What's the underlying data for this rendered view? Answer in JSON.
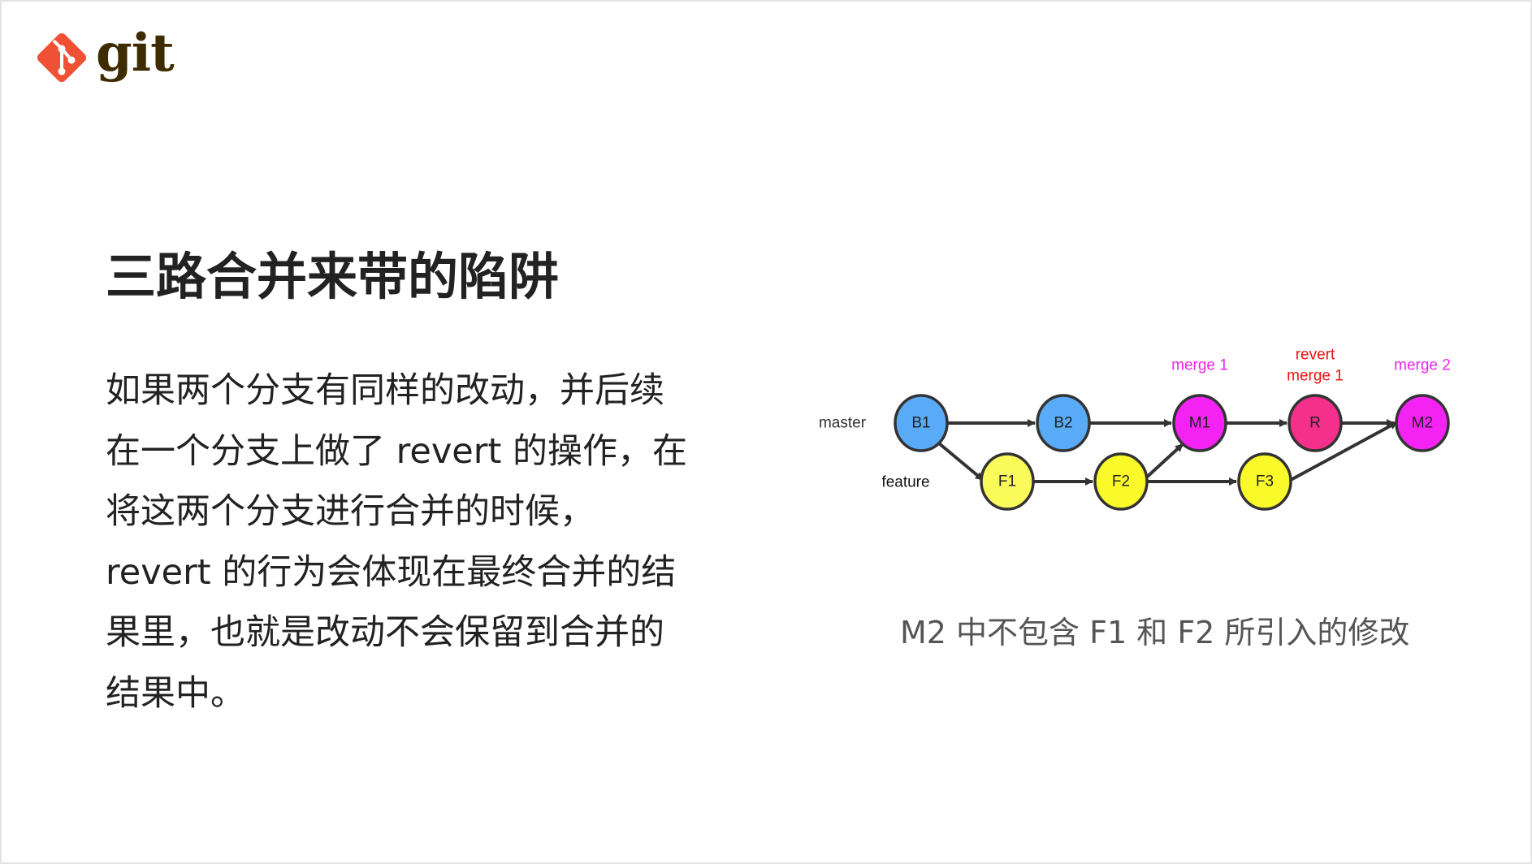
{
  "logo": {
    "text": "git",
    "color": "#f05033"
  },
  "slide": {
    "title": "三路合并来带的陷阱",
    "body": "如果两个分支有同样的改动，并后续在一个分支上做了 revert 的操作，在将这两个分支进行合并的时候，revert 的行为会体现在最终合并的结果里，也就是改动不会保留到合并的结果中。",
    "caption": "M2 中不包含 F1 和 F2 所引入的修改"
  },
  "diagram": {
    "branches": {
      "master": "master",
      "feature": "feature"
    },
    "nodes": {
      "B1": "B1",
      "B2": "B2",
      "M1": "M1",
      "R": "R",
      "M2": "M2",
      "F1": "F1",
      "F2": "F2",
      "F3": "F3"
    },
    "annotations": {
      "merge1": "merge 1",
      "revert_line1": "revert",
      "revert_line2": "merge 1",
      "merge2": "merge 2"
    },
    "colors": {
      "base": "#5aabf7",
      "merge": "#f423f4",
      "revert": "#f42f8c",
      "feature": "#fafa2a",
      "merge_label": "#ee22ee",
      "revert_label": "#ee1111"
    }
  }
}
